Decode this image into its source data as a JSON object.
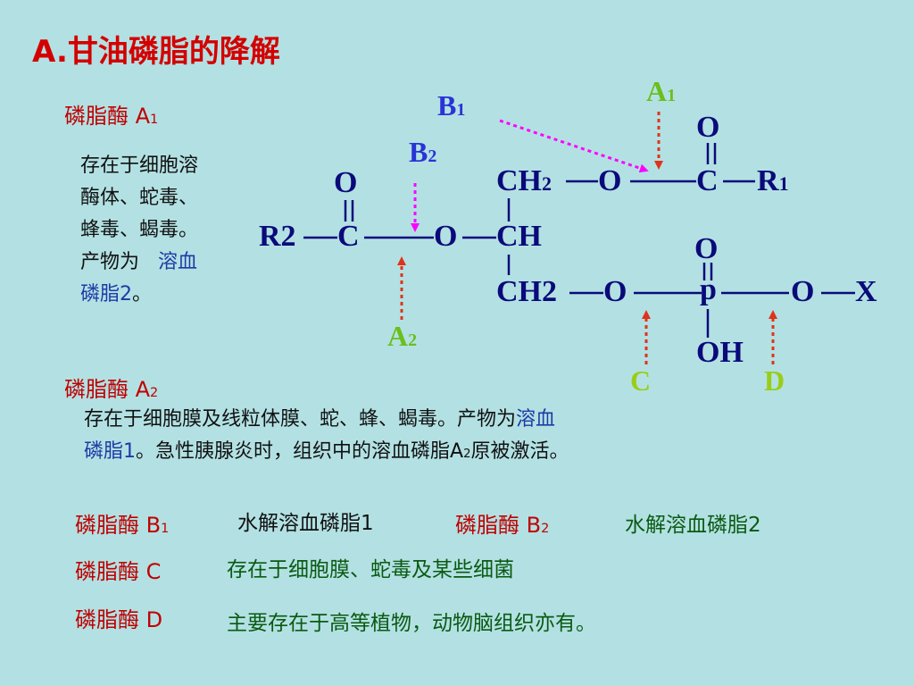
{
  "title": "A.甘油磷脂的降解",
  "enzymes": {
    "a1": {
      "name": "磷脂酶 A",
      "sub": "1"
    },
    "a2": {
      "name": "磷脂酶 A",
      "sub": "2"
    },
    "b1": {
      "name": "磷脂酶 B",
      "sub": "1"
    },
    "b2": {
      "name": "磷脂酶 B",
      "sub": "2"
    },
    "c": {
      "name": "磷脂酶 C"
    },
    "d": {
      "name": "磷脂酶 D"
    }
  },
  "a1_desc": {
    "lines": [
      "存在于细胞溶",
      "酶体、蛇毒、",
      "蜂毒、蝎毒。"
    ],
    "product_prefix": "产物为",
    "product_colored_1": "溶血",
    "product_colored_2": "磷脂2",
    "product_end": "。"
  },
  "a2_desc": {
    "line1_text": "存在于细胞膜及线粒体膜、蛇、蜂、蝎毒。产物为",
    "line1_colored": "溶血",
    "line2_colored": "磷脂1",
    "line2_text_a": "。急性胰腺炎时，组织中的溶血磷脂A",
    "line2_sub": "2",
    "line2_text_b": "原被激活。"
  },
  "b1_desc": "水解溶血磷脂1",
  "b2_desc": "水解溶血磷脂2",
  "c_desc": "存在于细胞膜、蛇毒及某些细菌",
  "d_desc": "主要存在于高等植物，动物脑组织亦有。",
  "structure": {
    "o_top_right": "O",
    "o_top_left": "O",
    "o_mid": "O",
    "ch2_top": "CH",
    "ch2_top_sub": "2",
    "ch2_top_o": "O",
    "c_right": "C",
    "r1": "R",
    "r1_sub": "1",
    "r2": "R2",
    "c_left": "C",
    "o_ester": "O",
    "ch": "CH",
    "ch2_bottom": "CH2",
    "o_bottom": "O",
    "p": "p",
    "o_bottom_right": "O",
    "x": "X",
    "oh": "OH"
  },
  "site_labels": {
    "a1": "A",
    "a1_sub": "1",
    "a2": "A",
    "a2_sub": "2",
    "b1": "B",
    "b1_sub": "1",
    "b2": "B",
    "b2_sub": "2",
    "c": "C",
    "d": "D"
  },
  "colors": {
    "background": "#b3e1e3",
    "title": "#d40000",
    "enzyme_label": "#c00000",
    "product_blue": "#1f3aa6",
    "desc_green": "#0a5a12",
    "chem": "#0a0a7a",
    "b_label": "#2a33d6",
    "a_label": "#6abf1e",
    "cd_label": "#9acd17",
    "arrow_red": "#e0331b",
    "arrow_magenta": "#ff00ff"
  }
}
